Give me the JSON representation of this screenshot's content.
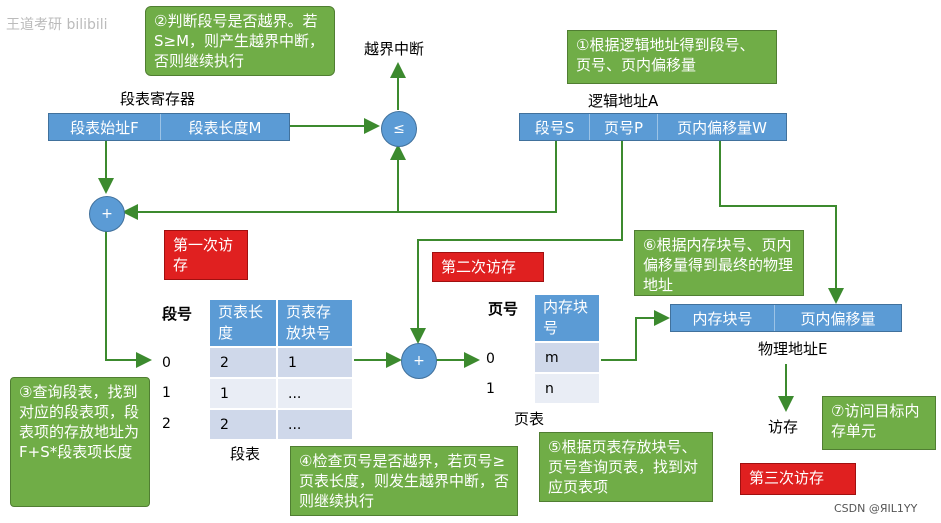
{
  "watermark": "王道考研 bilibili",
  "csdn": "CSDN @ЯIL1YY",
  "segment_register": {
    "title": "段表寄存器",
    "fields": [
      "段表始址F",
      "段表长度M"
    ]
  },
  "logical_address": {
    "title": "逻辑地址A",
    "fields": [
      "段号S",
      "页号P",
      "页内偏移量W"
    ]
  },
  "physical_address": {
    "title": "物理地址E",
    "fields": [
      "内存块号",
      "页内偏移量"
    ]
  },
  "compare_symbol": "≤",
  "plus_symbol": "+",
  "interrupt_label": "越界中断",
  "segment_table": {
    "col_label": "段号",
    "headers": [
      "页表长度",
      "页表存放块号"
    ],
    "rows": [
      {
        "idx": "0",
        "len": "2",
        "block": "1"
      },
      {
        "idx": "1",
        "len": "1",
        "block": "..."
      },
      {
        "idx": "2",
        "len": "2",
        "block": "..."
      }
    ],
    "caption": "段表"
  },
  "page_table": {
    "col_label": "页号",
    "header": "内存块号",
    "rows": [
      {
        "idx": "0",
        "block": "m"
      },
      {
        "idx": "1",
        "block": "n"
      }
    ],
    "caption": "页表"
  },
  "access_label": "访存",
  "notes": {
    "step1": "①根据逻辑地址得到段号、页号、页内偏移量",
    "step2": "②判断段号是否越界。若S≥M，则产生越界中断，否则继续执行",
    "step3": "③查询段表，找到对应的段表项，段表项的存放地址为F+S*段表项长度",
    "step4": "④检查页号是否越界，若页号≥页表长度，则发生越界中断，否则继续执行",
    "step5": "⑤根据页表存放块号、页号查询页表，找到对应页表项",
    "step6": "⑥根据内存块号、页内偏移量得到最终的物理地址",
    "step7": "⑦访问目标内存单元"
  },
  "visits": {
    "first": "第一次访存",
    "second": "第二次访存",
    "third": "第三次访存"
  }
}
